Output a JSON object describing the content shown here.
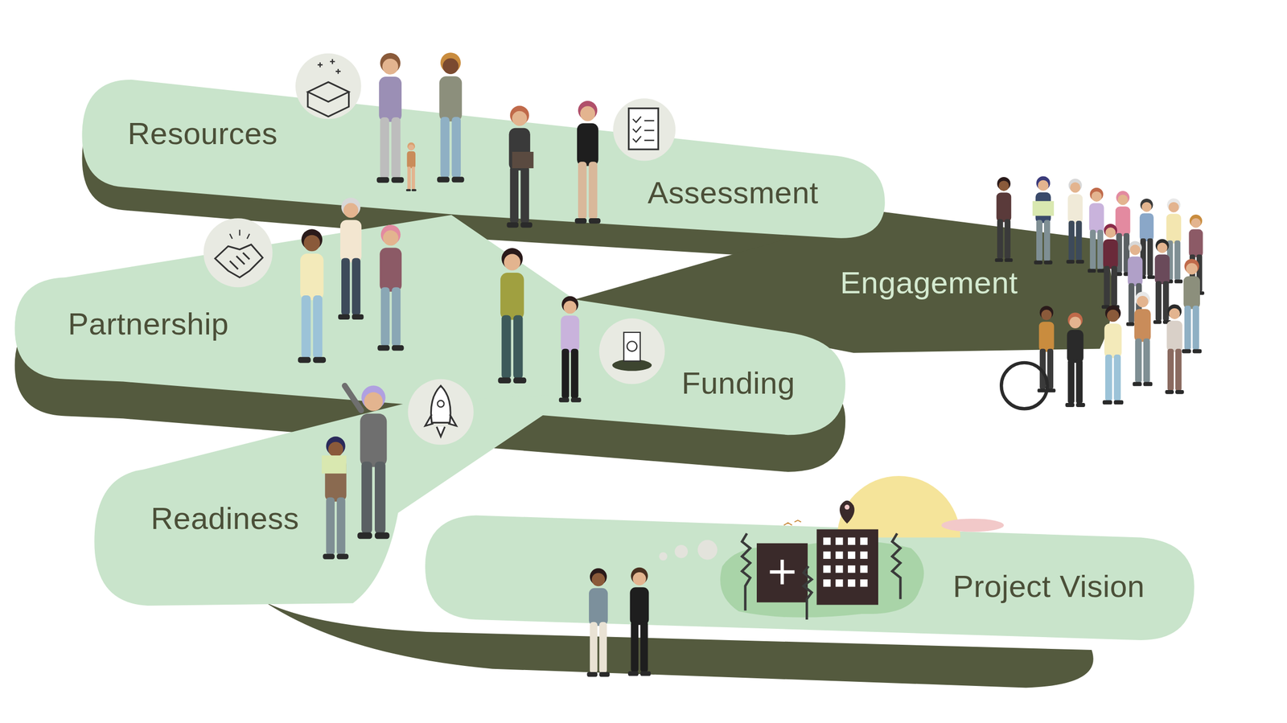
{
  "diagram": {
    "nodes": [
      {
        "text": [
          "Resources"
        ]
      },
      {
        "text": [
          "Assessment"
        ]
      },
      {
        "text": [
          "Engagement"
        ]
      },
      {
        "text": [
          "Partnership"
        ]
      },
      {
        "text": [
          "Funding"
        ]
      },
      {
        "text": [
          "Readiness"
        ]
      },
      {
        "text": [
          "Project Vision"
        ]
      }
    ]
  }
}
